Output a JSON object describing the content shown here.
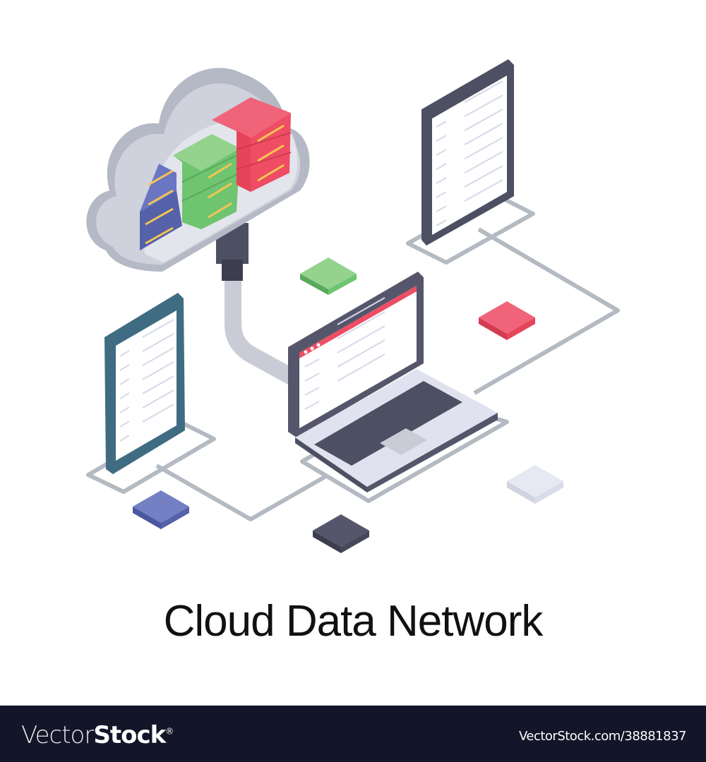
{
  "illustration": {
    "title": "Cloud Data Network",
    "elements": [
      {
        "name": "cloud",
        "color": "#c9ccd6"
      },
      {
        "name": "server-stack-blue",
        "color": "#5561a8"
      },
      {
        "name": "server-stack-green",
        "color": "#6fc470"
      },
      {
        "name": "server-stack-red",
        "color": "#ee4d64"
      },
      {
        "name": "usb-connector",
        "color": "#4d4f63"
      },
      {
        "name": "tablet",
        "color": "#55566b"
      },
      {
        "name": "smartphone",
        "color": "#3f6c82"
      },
      {
        "name": "laptop",
        "color": "#55566b"
      },
      {
        "name": "tile-green",
        "color": "#6fc470"
      },
      {
        "name": "tile-red",
        "color": "#ee4d64"
      },
      {
        "name": "tile-blue",
        "color": "#6a76c2"
      },
      {
        "name": "tile-dark",
        "color": "#4d4f63"
      },
      {
        "name": "tile-light",
        "color": "#e0e3ef"
      }
    ],
    "colors": {
      "wire": "#b4bac2",
      "screen_lines": "#d5d9ea",
      "accent_red": "#ee4d64",
      "server_lights": "#f6c552"
    }
  },
  "footer": {
    "brand_light": "Vector",
    "brand_bold": "Stock",
    "brand_mark": "®",
    "url": "VectorStock.com/38881837",
    "background": "#131528"
  }
}
